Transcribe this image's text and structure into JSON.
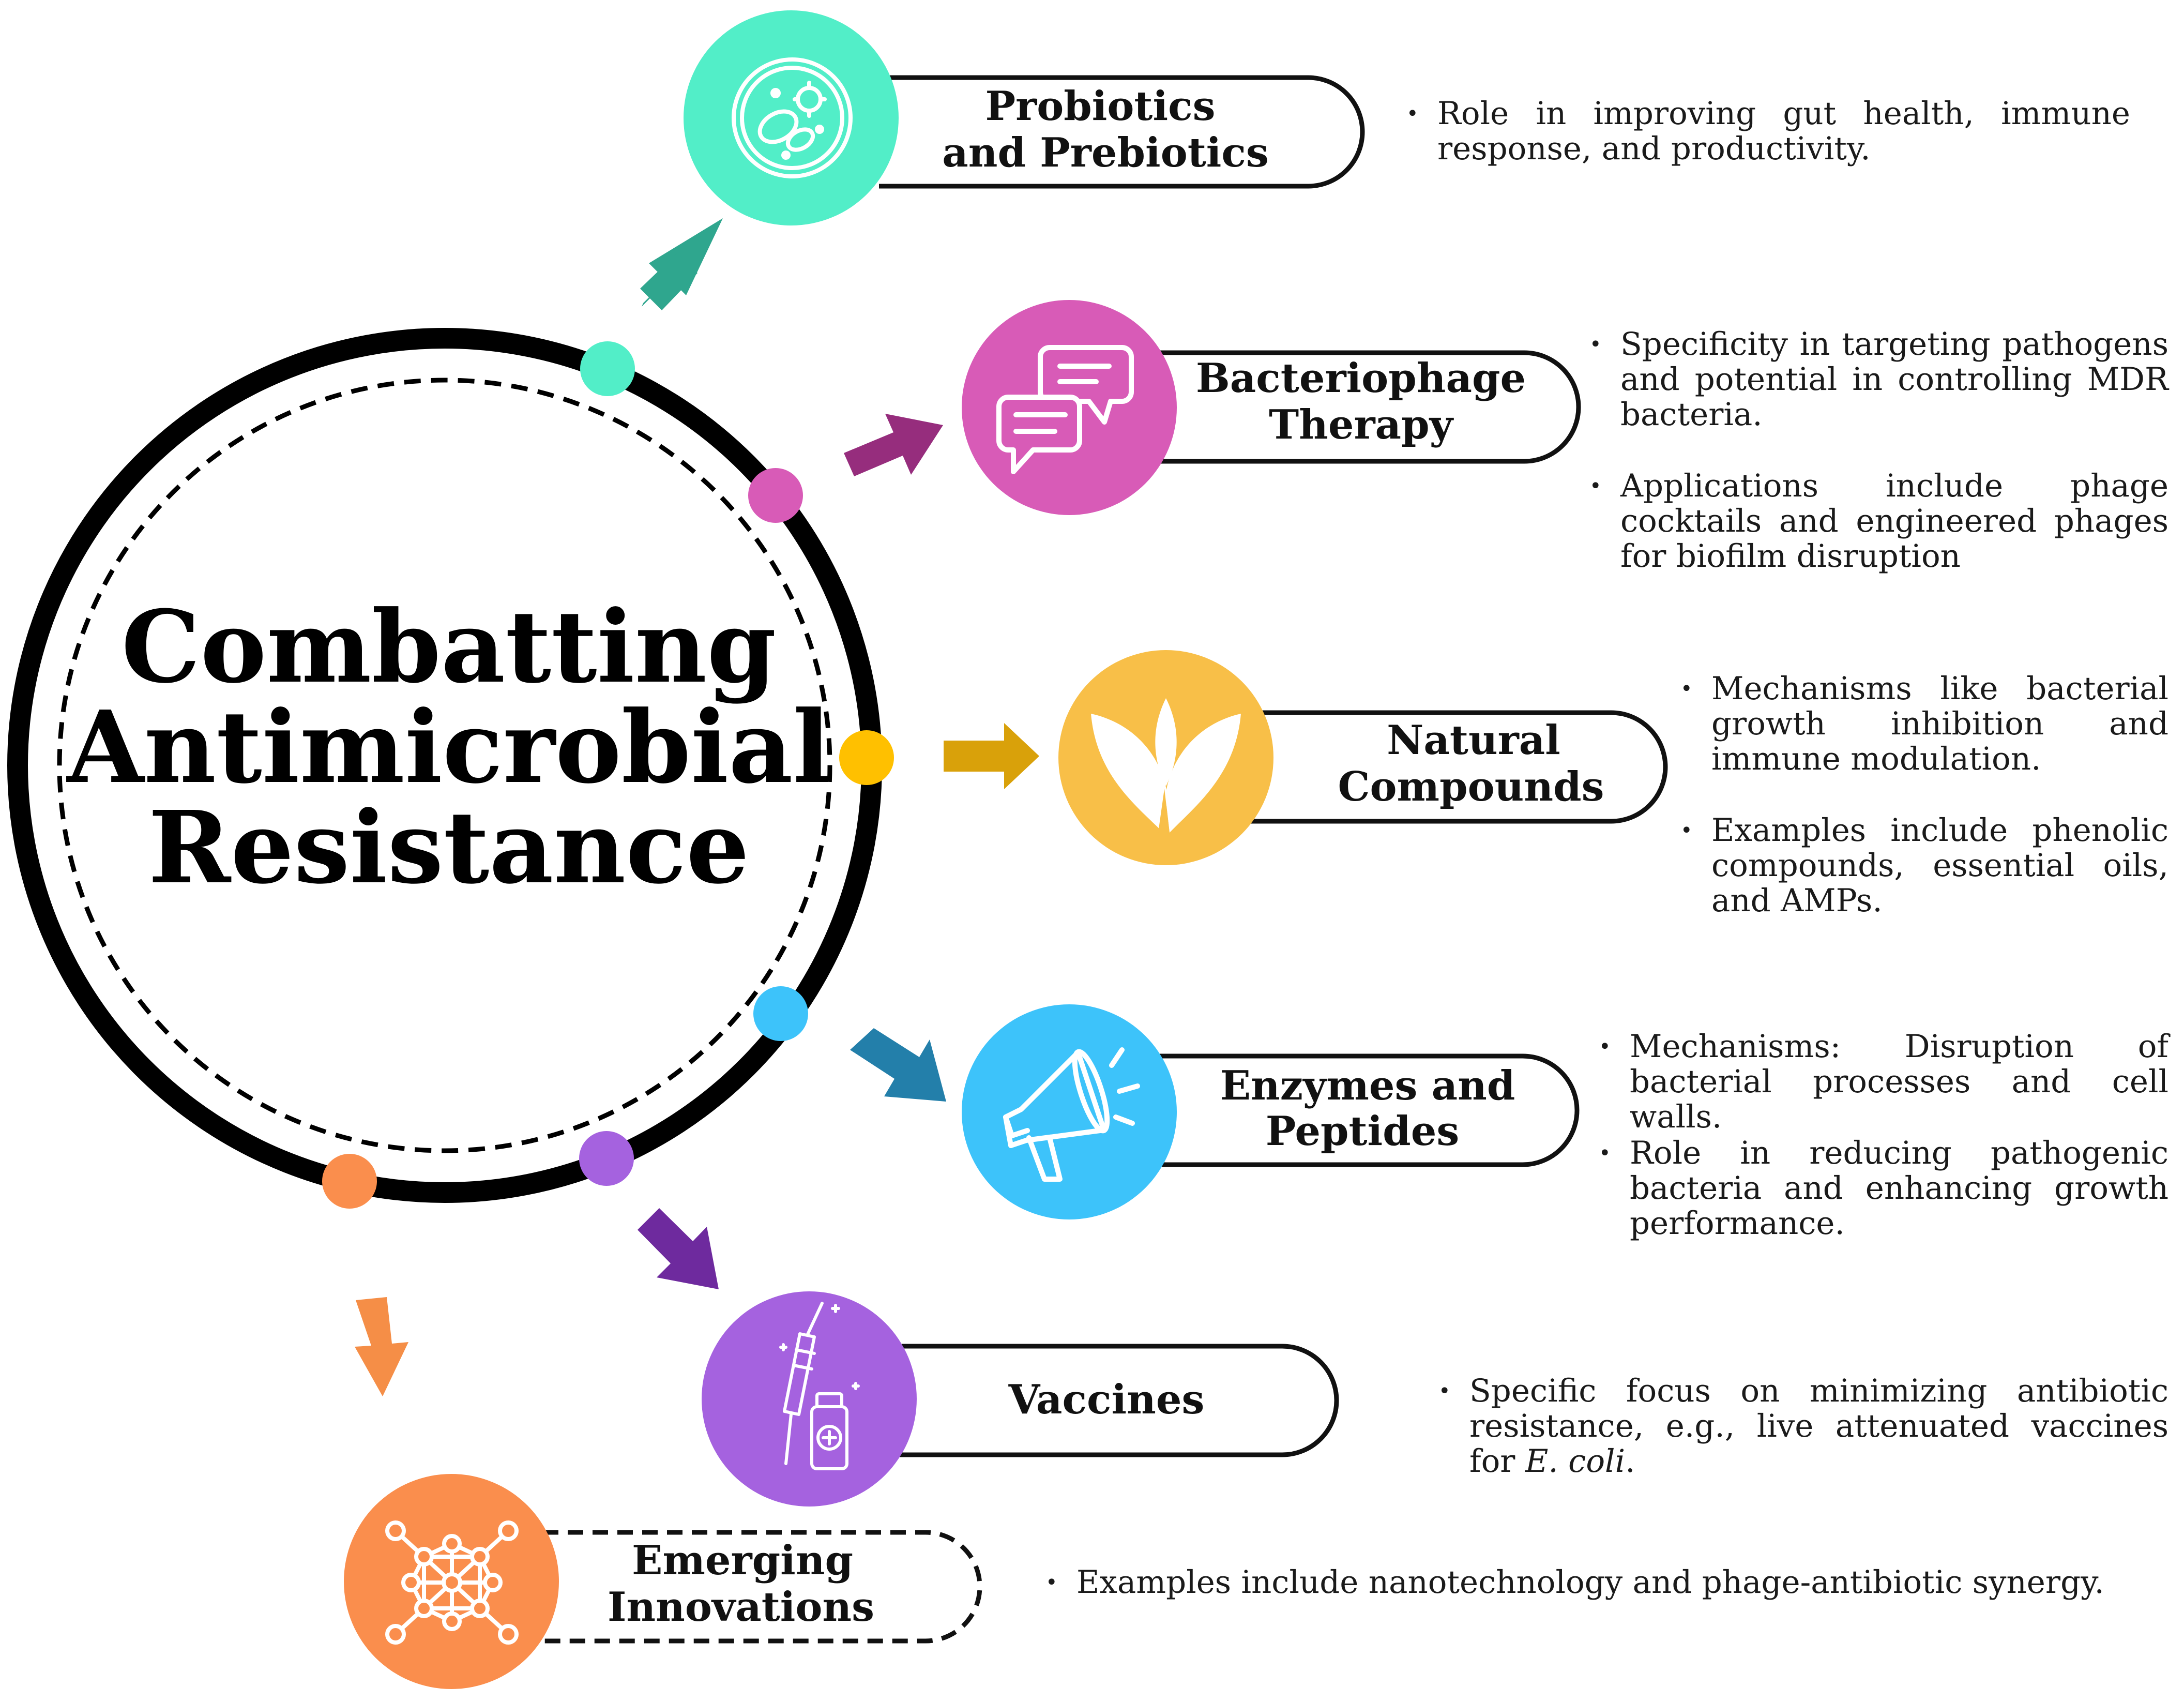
{
  "title_lines": [
    "Combatting",
    "Antimicrobial",
    "Resistance"
  ],
  "colors": {
    "probiotics": "#52EEC8",
    "bacteriophage": "#D85BB7",
    "natural": "#F8BF48",
    "enzymes": "#3DC3FA",
    "vaccines": "#A562DF",
    "emerging": "#FA8E4D",
    "arrow_probiotics": "#2FA68E",
    "arrow_bacteriophage": "#962D7D",
    "arrow_natural": "#D9A10A",
    "arrow_enzymes": "#237FAA",
    "arrow_vaccines": "#6E2A9E",
    "arrow_emerging": "#F58E47",
    "dot_natural": "#FFC000"
  },
  "items": [
    {
      "id": "probiotics",
      "icon": "bacteria-petri-icon",
      "label_lines": [
        "Probiotics",
        "and Prebiotics"
      ],
      "bullets": [
        "Role in improving gut health, immune response, and productivity."
      ]
    },
    {
      "id": "bacteriophage",
      "icon": "chat-bubbles-icon",
      "label_lines": [
        "Bacteriophage",
        "Therapy"
      ],
      "bullets": [
        "Specificity in targeting pathogens and potential in controlling MDR bacteria.",
        "Applications include phage cocktails and engineered phages for biofilm disruption"
      ]
    },
    {
      "id": "natural",
      "icon": "leaf-icon",
      "label_lines": [
        "Natural",
        "Compounds"
      ],
      "bullets": [
        "Mechanisms like bacterial growth inhibition and immune modulation.",
        "Examples include phenolic compounds, essential oils, and AMPs."
      ]
    },
    {
      "id": "enzymes",
      "icon": "megaphone-icon",
      "label_lines": [
        "Enzymes and",
        "Peptides"
      ],
      "bullets": [
        "Mechanisms: Disruption of bacterial processes and cell walls.",
        "Role in reducing pathogenic bacteria and enhancing growth performance."
      ]
    },
    {
      "id": "vaccines",
      "icon": "syringe-vial-icon",
      "label_lines": [
        "Vaccines"
      ],
      "bullets_rich": [
        {
          "text": "Specific focus on minimizing antibiotic resistance, e.g., live attenuated vaccines for ",
          "italic": "E. coli",
          "tail": "."
        }
      ]
    },
    {
      "id": "emerging",
      "icon": "network-icon",
      "label_lines": [
        "Emerging",
        "Innovations"
      ],
      "bullets": [
        "Examples include nanotechnology and phage-antibiotic synergy."
      ]
    }
  ]
}
